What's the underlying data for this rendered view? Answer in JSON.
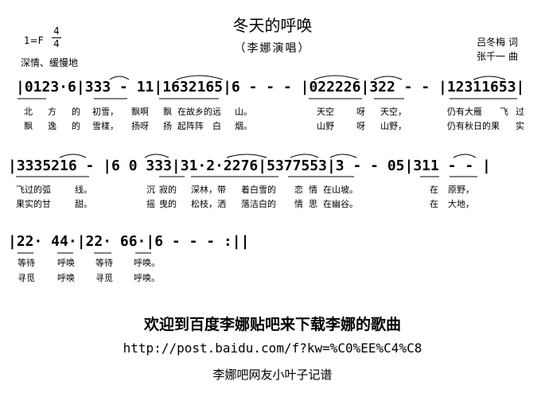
{
  "header": {
    "title": "冬天的呼唤",
    "singer": "（李娜演唱）",
    "key": "1=F",
    "time_top": "4",
    "time_bottom": "4",
    "tempo": "深情、缓慢地",
    "lyricist": "吕冬梅 词",
    "composer": "张千一 曲"
  },
  "score": {
    "rows": [
      {
        "notes": "|0123·6|333 - 11|1632165|6 - - - |022226|322 - - |12311653|",
        "lyrics1": [
          "北",
          "方",
          "的",
          "初雪，",
          "飘啊",
          "飘",
          "在故乡的远",
          "山。",
          "天空",
          "呀",
          "天空，",
          "仍有大雁",
          "飞",
          "过"
        ],
        "lyrics2": [
          "飘",
          "逸",
          "的",
          "雪樣，",
          "扬呀",
          "扬",
          "起阵阵",
          "白",
          "烟。",
          "山野",
          "呀",
          "山野，",
          "仍有秋日的果",
          "实"
        ]
      },
      {
        "notes": "|3335216 - |6 0 333|31·2·2276|5377553|3 - - 05|311 - - |",
        "lyrics1": [
          "飞过的弧",
          "线。",
          "沉",
          "寂的",
          "深林，带",
          "着白雪的",
          "恋",
          "情",
          "在山坡。",
          "在",
          "原野，"
        ],
        "lyrics2": [
          "果实的甘",
          "甜。",
          "摇",
          "曳的",
          "松枝，洒",
          "落洁白的",
          "情",
          "思",
          "在幽谷。",
          "在",
          "大地，"
        ]
      },
      {
        "notes": "|22· 44·|22· 66·|6 - - - :||",
        "lyrics1": [
          "等待",
          "呼唤",
          "等待",
          "呼唤。"
        ],
        "lyrics2": [
          "寻觅",
          "呼唤",
          "寻觅",
          "呼唤。"
        ]
      }
    ]
  },
  "footer": {
    "banner": "欢迎到百度李娜贴吧来下载李娜的歌曲",
    "url": "http://post.baidu.com/f?kw=%C0%EE%C4%C8",
    "credit": "李娜吧网友小叶子记谱"
  }
}
